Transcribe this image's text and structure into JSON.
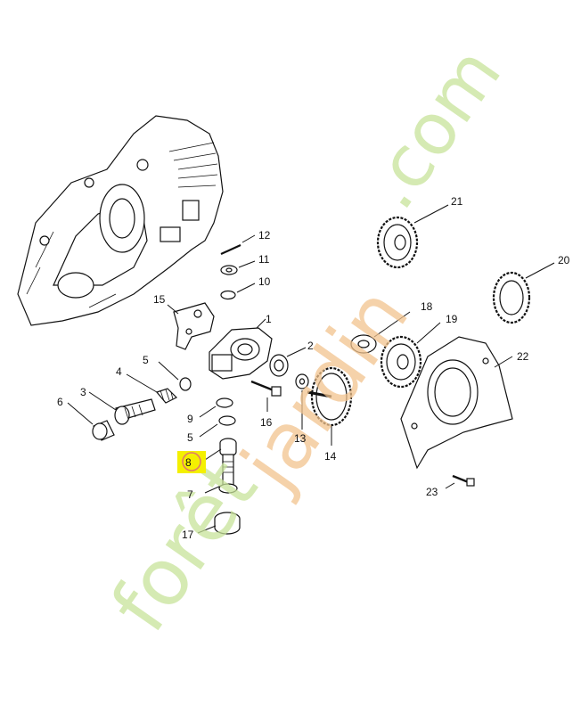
{
  "watermark": {
    "text_parts": [
      "forêt",
      "jardin",
      ".com"
    ],
    "colors": {
      "green": "#c8e39a",
      "orange": "#f2c38e",
      "accent_box": "#f4f000",
      "accent_ring": "#e07a6a"
    }
  },
  "callouts": [
    {
      "id": "1",
      "label": "1"
    },
    {
      "id": "2",
      "label": "2"
    },
    {
      "id": "3",
      "label": "3"
    },
    {
      "id": "4",
      "label": "4"
    },
    {
      "id": "5a",
      "label": "5"
    },
    {
      "id": "5b",
      "label": "5"
    },
    {
      "id": "6",
      "label": "6"
    },
    {
      "id": "7",
      "label": "7"
    },
    {
      "id": "8",
      "label": "8",
      "highlighted": true
    },
    {
      "id": "9",
      "label": "9"
    },
    {
      "id": "10",
      "label": "10"
    },
    {
      "id": "11",
      "label": "11"
    },
    {
      "id": "12",
      "label": "12"
    },
    {
      "id": "13",
      "label": "13"
    },
    {
      "id": "14",
      "label": "14"
    },
    {
      "id": "15",
      "label": "15"
    },
    {
      "id": "16",
      "label": "16"
    },
    {
      "id": "17",
      "label": "17"
    },
    {
      "id": "18",
      "label": "18"
    },
    {
      "id": "19",
      "label": "19"
    },
    {
      "id": "20",
      "label": "20"
    },
    {
      "id": "21",
      "label": "21"
    },
    {
      "id": "22",
      "label": "22"
    },
    {
      "id": "23",
      "label": "23"
    }
  ]
}
